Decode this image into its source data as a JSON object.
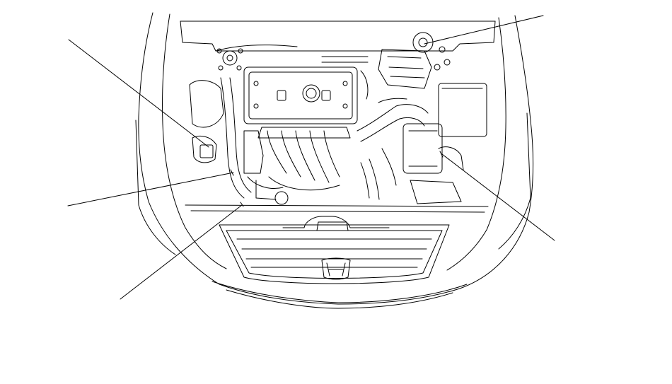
{
  "diagram": {
    "stroke_color": "#000000",
    "background": "#ffffff",
    "callouts": [
      {
        "id": "upper-left",
        "label": ""
      },
      {
        "id": "mid-left",
        "label": ""
      },
      {
        "id": "lower-left",
        "label": ""
      },
      {
        "id": "upper-right",
        "label": ""
      },
      {
        "id": "lower-right",
        "label": ""
      }
    ],
    "grille_emblem": "honda-h-emblem"
  }
}
